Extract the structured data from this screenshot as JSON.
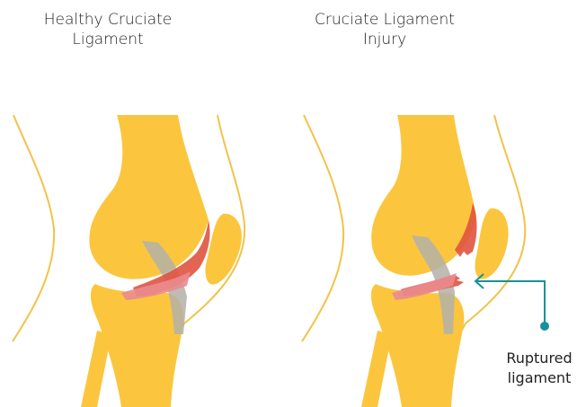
{
  "titles": {
    "healthy": [
      "Healthy Cruciate",
      "Ligament"
    ],
    "injury": [
      "Cruciate Ligament",
      "Injury"
    ]
  },
  "callout": {
    "label": [
      "Ruptured",
      "ligament"
    ]
  },
  "colors": {
    "bone": "#fbc63e",
    "ligament_red": "#e0533f",
    "ligament_pink": "#e98b8f",
    "cruciate_gray": "#b3b0a8",
    "outline": "#f2c24a",
    "pointer": "#16919a"
  }
}
